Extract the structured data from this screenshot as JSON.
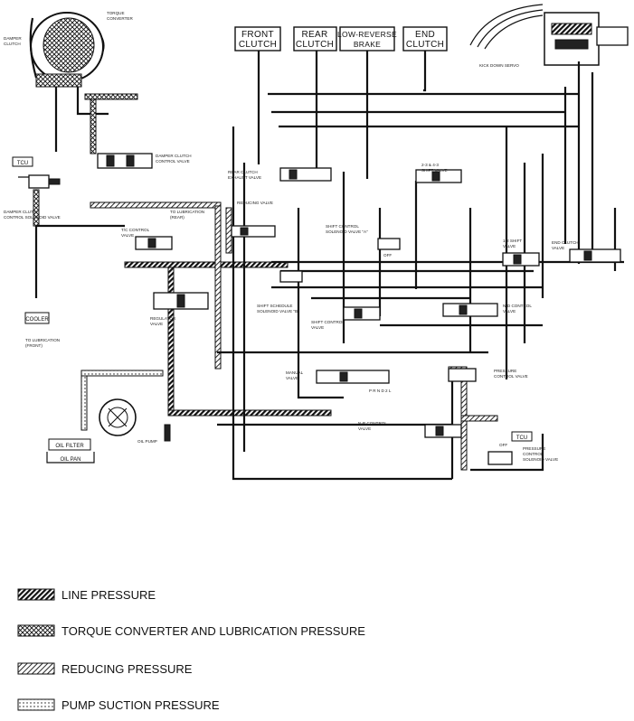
{
  "clutch_boxes": [
    {
      "id": "front",
      "line1": "FRONT",
      "line2": "CLUTCH"
    },
    {
      "id": "rear",
      "line1": "REAR",
      "line2": "CLUTCH"
    },
    {
      "id": "lowrev",
      "line1": "LOW-REVERSE",
      "line2": "BRAKE"
    },
    {
      "id": "end",
      "line1": "END",
      "line2": "CLUTCH"
    }
  ],
  "small_labels": {
    "tcu_left": "TCU",
    "tcu_right": "TCU",
    "cooler": "COOLER",
    "oil_filter": "OIL FILTER",
    "oil_pan": "OIL PAN",
    "off": "OFF"
  },
  "component_labels": [
    "TORQUE CONVERTER",
    "DAMPER CLUTCH",
    "DAMPER CLUTCH CONTROL VALVE",
    "DAMPER CLUTCH CONTROL SOLENOID VALVE",
    "TO LUBRICATION (REAR)",
    "REDUCING VALVE",
    "T/C CONTROL VALVE",
    "REGULATOR VALVE",
    "TO LUBRICATION (FRONT)",
    "OIL PUMP",
    "REAR CLUTCH EXHAUST VALVE",
    "SHIFT CONTROL SOLENOID VALVE \"A\"",
    "SHIFT SCHEDULE SOLENOID VALVE \"B\"",
    "SHIFT CONTROL VALVE",
    "2-3 & 4-3 SHIFT VALVE",
    "1-2 SHIFT VALVE",
    "END CLUTCH VALVE",
    "N-D CONTROL VALVE",
    "MANUAL VALVE",
    "N-R CONTROL VALVE",
    "PRESSURE CONTROL VALVE",
    "PRESSURE CONTROL SOLENOID VALVE",
    "KICK DOWN SERVO"
  ],
  "legend": [
    {
      "pattern": "line",
      "label": "LINE PRESSURE"
    },
    {
      "pattern": "torque",
      "label": "TORQUE CONVERTER AND LUBRICATION PRESSURE"
    },
    {
      "pattern": "reducing",
      "label": "REDUCING PRESSURE"
    },
    {
      "pattern": "suction",
      "label": "PUMP SUCTION PRESSURE"
    }
  ]
}
